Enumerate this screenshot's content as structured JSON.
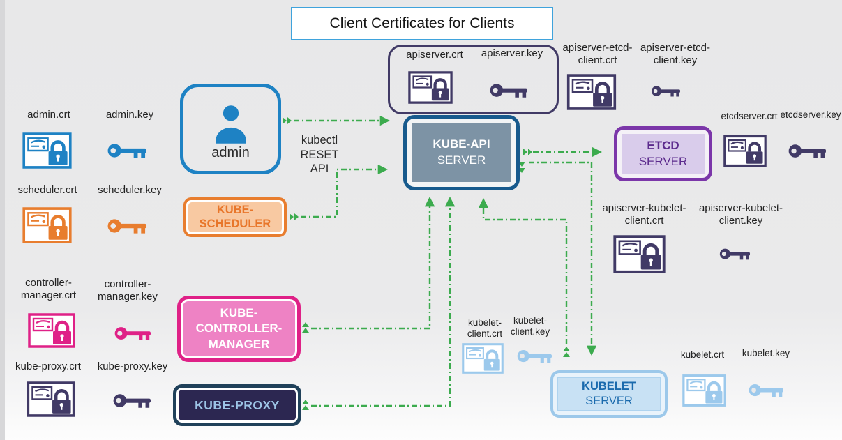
{
  "title": "Client Certificates for Clients",
  "annotation": {
    "line1": "kubectl",
    "line2": "RESET API"
  },
  "nodes": {
    "admin": {
      "label": "admin"
    },
    "scheduler": {
      "label": "KUBE-SCHEDULER"
    },
    "controller_manager": {
      "label": "KUBE-CONTROLLER-MANAGER"
    },
    "proxy": {
      "label": "KUBE-PROXY"
    },
    "api_server": {
      "name": "KUBE-API",
      "type": "SERVER"
    },
    "etcd": {
      "name": "ETCD",
      "type": "SERVER"
    },
    "kubelet": {
      "name": "KUBELET",
      "type": "SERVER"
    }
  },
  "certificates": {
    "admin_crt": "admin.crt",
    "admin_key": "admin.key",
    "scheduler_crt": "scheduler.crt",
    "scheduler_key": "scheduler.key",
    "controller_manager_crt": "controller-manager.crt",
    "controller_manager_key": "controller-manager.key",
    "kube_proxy_crt": "kube-proxy.crt",
    "kube_proxy_key": "kube-proxy.key",
    "apiserver_crt": "apiserver.crt",
    "apiserver_key": "apiserver.key",
    "apiserver_etcd_client_crt": "apiserver-etcd-client.crt",
    "apiserver_etcd_client_key": "apiserver-etcd-client.key",
    "etcdserver_crt": "etcdserver.crt",
    "etcdserver_key": "etcdserver.key",
    "apiserver_kubelet_client_crt": "apiserver-kubelet-client.crt",
    "apiserver_kubelet_client_key": "apiserver-kubelet-client.key",
    "kubelet_client_crt": "kubelet-client.crt",
    "kubelet_client_key": "kubelet-client.key",
    "kubelet_crt": "kubelet.crt",
    "kubelet_key": "kubelet.key"
  },
  "colors": {
    "arrow_green": "#3cab4e",
    "admin_blue": "#1e82c4",
    "scheduler_orange": "#e87d2e",
    "controller_pink": "#df2187",
    "proxy_navy_border": "#20415a",
    "proxy_navy_fill": "#2c2751",
    "api_border_blue": "#175a8d",
    "api_fill_gray": "#7d93a5",
    "etcd_purple": "#7b36a9",
    "kubelet_light_blue": "#9cc8ea",
    "cert_dark_purple": "#413a66"
  }
}
